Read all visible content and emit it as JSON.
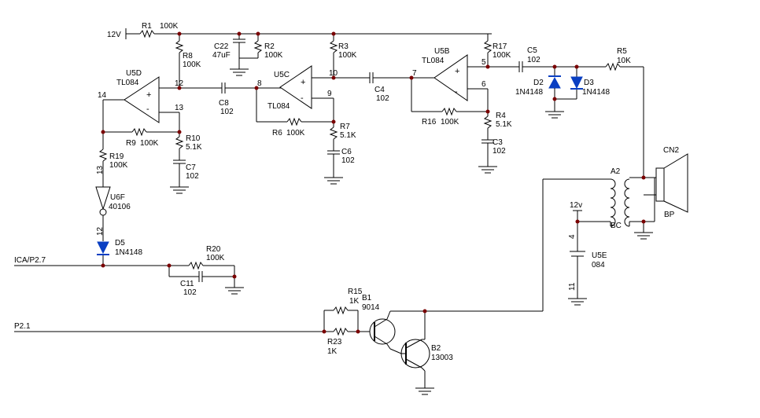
{
  "supply": {
    "v12_main": "12V",
    "v12_aux": "12v"
  },
  "nets": {
    "ica": "ICA/P2.7",
    "p21": "P2.1"
  },
  "parts": {
    "R1": {
      "ref": "R1",
      "value": "100K"
    },
    "R2": {
      "ref": "R2",
      "value": "100K"
    },
    "R3": {
      "ref": "R3",
      "value": "100K"
    },
    "R4": {
      "ref": "R4",
      "value": "5.1K"
    },
    "R5": {
      "ref": "R5",
      "value": "10K"
    },
    "R6": {
      "ref": "R6",
      "value": "100K"
    },
    "R7": {
      "ref": "R7",
      "value": "5.1K"
    },
    "R8": {
      "ref": "R8",
      "value": "100K"
    },
    "R9": {
      "ref": "R9",
      "value": "100K"
    },
    "R10": {
      "ref": "R10",
      "value": "5.1K"
    },
    "R15": {
      "ref": "R15",
      "value": "1K"
    },
    "R16": {
      "ref": "R16",
      "value": "100K"
    },
    "R17": {
      "ref": "R17",
      "value": "100K"
    },
    "R19": {
      "ref": "R19",
      "value": "100K"
    },
    "R20": {
      "ref": "R20",
      "value": "100K"
    },
    "R23": {
      "ref": "R23",
      "value": "1K"
    },
    "C3": {
      "ref": "C3",
      "value": "102"
    },
    "C4": {
      "ref": "C4",
      "value": "102"
    },
    "C5": {
      "ref": "C5",
      "value": "102"
    },
    "C6": {
      "ref": "C6",
      "value": "102"
    },
    "C7": {
      "ref": "C7",
      "value": "102"
    },
    "C8": {
      "ref": "C8",
      "value": "102"
    },
    "C11": {
      "ref": "C11",
      "value": "102"
    },
    "C22": {
      "ref": "C22",
      "value": "47uF"
    },
    "D2": {
      "ref": "D2",
      "value": "1N4148"
    },
    "D3": {
      "ref": "D3",
      "value": "1N4148"
    },
    "D5": {
      "ref": "D5",
      "value": "1N4148"
    },
    "U5D": {
      "ref": "U5D",
      "value": "TL084"
    },
    "U5C": {
      "ref": "U5C",
      "value": "TL084"
    },
    "U5B": {
      "ref": "U5B",
      "value": "TL084"
    },
    "U5E": {
      "ref": "U5E",
      "value": "084"
    },
    "U6F": {
      "ref": "U6F",
      "value": "40106"
    },
    "B1": {
      "ref": "B1",
      "value": "9014"
    },
    "B2": {
      "ref": "B2",
      "value": "13003"
    },
    "A2": {
      "ref": "A2",
      "value": "BC"
    },
    "CN2": {
      "ref": "CN2",
      "value": "BP"
    }
  },
  "pins": {
    "u5d_out": "12",
    "u5d_in_a": "14",
    "u5d_in_b": "13",
    "u5c_in": "8",
    "u5c_out": "10",
    "u5c_fb": "9",
    "u5b_in": "7",
    "u5b_out": "5",
    "u5b_fb": "6",
    "r19_pin": "13",
    "u6f_pin": "12",
    "u5e_top": "4",
    "u5e_bot": "11"
  },
  "signs": {
    "plus": "+",
    "minus": "-"
  }
}
